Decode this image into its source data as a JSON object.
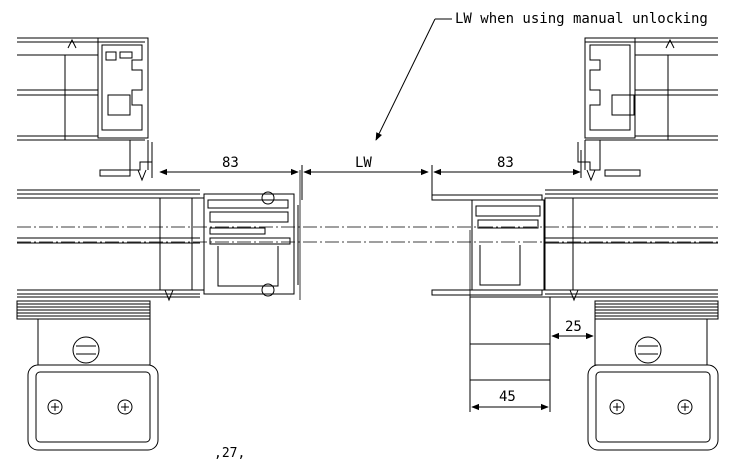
{
  "annotation": {
    "text": "LW when using manual unlocking"
  },
  "dimensions": {
    "left_83": "83",
    "lw": "LW",
    "right_83": "83",
    "dim_25": "25",
    "dim_45": "45"
  },
  "footer": {
    "page_mark": ",27,"
  },
  "colors": {
    "line": "#000000",
    "hatch": "#333333"
  }
}
